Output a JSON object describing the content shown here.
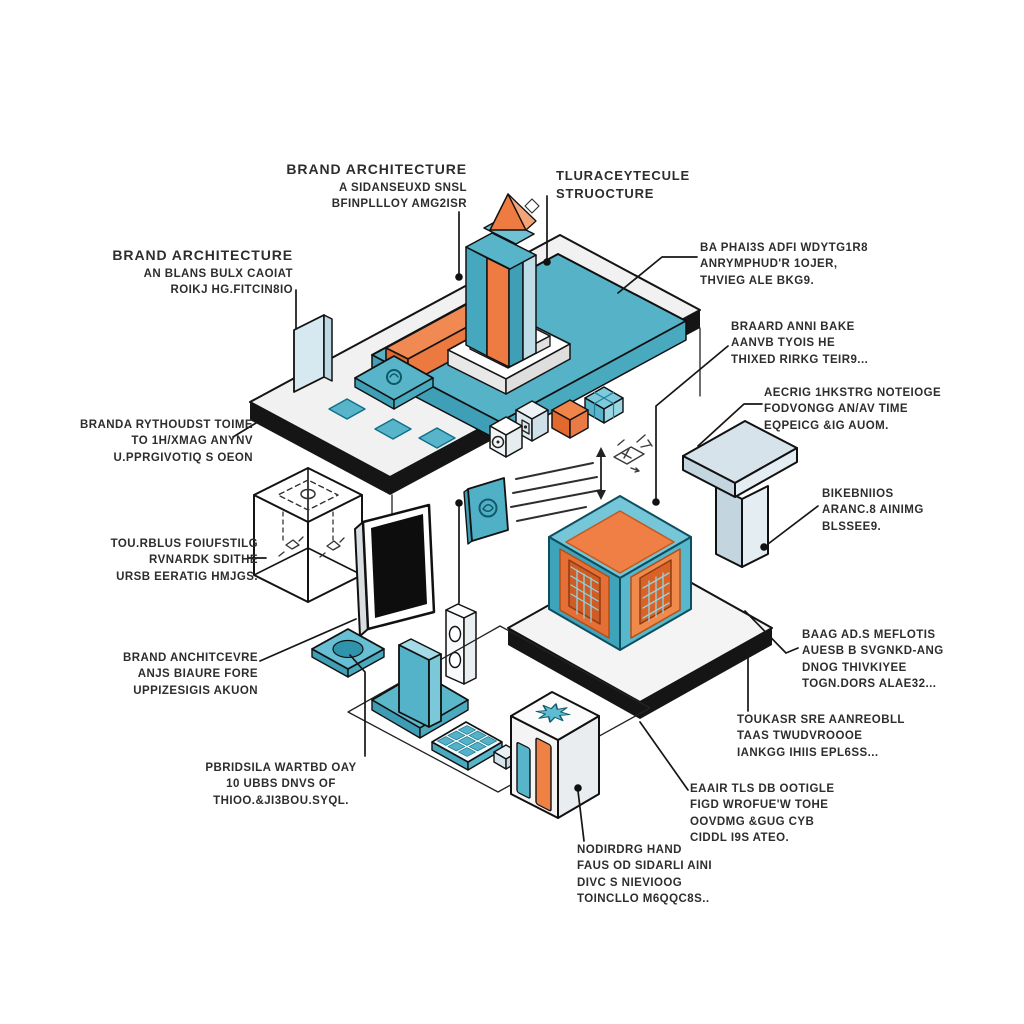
{
  "palette": {
    "teal": "#55b2c7",
    "teal_dark": "#3e9fb6",
    "orange": "#ee7c42",
    "orange_dark": "#e06a2e",
    "light_blue": "#d6e3eb",
    "ink": "#151515",
    "label_color": "#2d2d2d",
    "background": "#ffffff"
  },
  "labels": [
    {
      "id": "brand-architecture-top",
      "text": "BRAND ARCHITECTURE\nA SIDANSEUXD SNSL\nBFINPLLLOY AMG2ISR"
    },
    {
      "id": "structure-top-right",
      "text": "TLURACEYTECULE\nSTRUOCTURE"
    },
    {
      "id": "brand-architecture-left",
      "text": "BRAND ARCHITECTURE\nAN BLANS BULX CAOIAT\nROIKJ HG.FITCIN8IO"
    },
    {
      "id": "ba-phais-right",
      "text": "BA PHAI3S ADFI WDYTG1R8\nANRYMPHUD'R 1OJER,\nTHVIEG ALE BKG9."
    },
    {
      "id": "braard-anni-right",
      "text": "BRAARD ANNI BAKE\nAANVB TYOIS HE\nTHIXED RIRKG TEIR9..."
    },
    {
      "id": "branda-rythoudst-left",
      "text": "BRANDA RYTHOUDST TOIME\nTO 1H/XMAG ANYNV\nU.PPRGIVOTIQ S OEON"
    },
    {
      "id": "aecrig-right",
      "text": "AECRIG 1HKSTRG NOTEIOGE\nFODVONGG AN/AV TIME\nEQPEICG &IG AUOM."
    },
    {
      "id": "bikebniios-right",
      "text": "BIKEBNIIOS\nARANC.8 AINIMG\nBLSSEE9."
    },
    {
      "id": "tourblus-left",
      "text": "TOU.RBLUS FOIUFSTILG\nRVNARDK SDITHE\nURSB EERATIG HMJGS."
    },
    {
      "id": "brand-anchitcevre-left",
      "text": "BRAND ANCHITCEVRE\nANJS BIAURE FORE\nUPPIZESIGIS AKUON"
    },
    {
      "id": "baag-ads-right",
      "text": "BAAG AD.S MEFLOTIS\nAUESB B SVGNKD-ANG\nDNOG THIVKIYEE\nTOGN.DORS ALAE32..."
    },
    {
      "id": "toukasr-right",
      "text": "TOUKASR SRE AANREOBLL\nTAAS TWUDVROOOE\nIANKGG IHIIS EPL6SS..."
    },
    {
      "id": "pbridsila-bottom-left",
      "text": "PBRIDSILA WARTBD OAY\n10 UBBS DNVS OF\nTHIOO.&JI3BOU.SYQL."
    },
    {
      "id": "eaair-bottom-right",
      "text": "EAAIR TLS DB OOTIGLE\nFIGD WROFUE'W TOHE\nOOVDMG &GUG CYB\nCIDDL I9S ATEO."
    },
    {
      "id": "nodirdrg-bottom",
      "text": "NODIRDRG HAND\nFAUS OD SIDARLI AINI\nDIVC S NIEVIOOG\nTOINCLLO M6QQC8S.."
    }
  ],
  "diagram": {
    "components": [
      "upper-platform",
      "teal-deck",
      "orange-bar",
      "tower-with-pyramid",
      "mini-platform",
      "standing-panel",
      "icon-cubes",
      "orange-cube",
      "grid-cube",
      "text-lines-doodle",
      "double-arrow",
      "sketch-icon",
      "teal-icon-card",
      "wireframe-cube",
      "monitor",
      "disc-tile",
      "hole-box",
      "t-structure",
      "cube-platform",
      "framed-cube",
      "monolith",
      "keypad-grid",
      "tiny-cube",
      "star-box"
    ]
  }
}
